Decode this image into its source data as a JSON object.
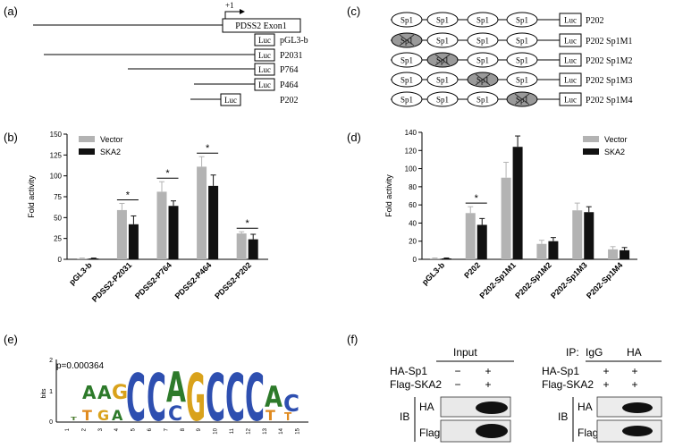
{
  "panels": {
    "a": "(a)",
    "b": "(b)",
    "c": "(c)",
    "d": "(d)",
    "e": "(e)",
    "f": "(f)"
  },
  "panel_a": {
    "tss_label": "+1",
    "exon_label": "PDSS2  Exon1",
    "constructs": [
      "pGL3-b",
      "P2031",
      "P764",
      "P464",
      "P202"
    ],
    "luc_label": "Luc"
  },
  "panel_c": {
    "sp1_label": "Sp1",
    "luc_label": "Luc",
    "constructs": [
      {
        "name": "P202",
        "mutated": -1
      },
      {
        "name": "P202 Sp1M1",
        "mutated": 0
      },
      {
        "name": "P202 Sp1M2",
        "mutated": 1
      },
      {
        "name": "P202 Sp1M3",
        "mutated": 2
      },
      {
        "name": "P202 Sp1M4",
        "mutated": 3
      }
    ]
  },
  "colors": {
    "vector": "#b3b3b3",
    "ska2": "#111111"
  },
  "chart_data": [
    {
      "type": "bar",
      "panel": "b",
      "categories": [
        "pGL3-b",
        "PDSS2-P2031",
        "PDSS2-P764",
        "PDSS2-P464",
        "PDSS2-P202"
      ],
      "series": [
        {
          "name": "Vector",
          "values": [
            1,
            59,
            81,
            111,
            31
          ],
          "errors": [
            0.5,
            8,
            12,
            12,
            2
          ]
        },
        {
          "name": "SKA2",
          "values": [
            1,
            42,
            64,
            88,
            24
          ],
          "errors": [
            0.5,
            10,
            6,
            13,
            6
          ]
        }
      ],
      "significance": [
        1,
        2,
        3,
        4
      ],
      "sig_label": "*",
      "ylabel": "Fold activity",
      "yticks": [
        0,
        25,
        50,
        75,
        100,
        125,
        150
      ],
      "ylim": [
        0,
        150
      ],
      "legend": "top-left"
    },
    {
      "type": "bar",
      "panel": "d",
      "categories": [
        "pGL3-b",
        "P202",
        "P202-Sp1M1",
        "P202-Sp1M2",
        "P202-Sp1M3",
        "P202-Sp1M4"
      ],
      "series": [
        {
          "name": "Vector",
          "values": [
            1,
            51,
            90,
            17,
            54,
            11
          ],
          "errors": [
            0.5,
            7,
            17,
            4,
            8,
            3
          ]
        },
        {
          "name": "SKA2",
          "values": [
            1,
            38,
            124,
            20,
            52,
            10
          ],
          "errors": [
            0.5,
            7,
            12,
            4,
            6,
            3
          ]
        }
      ],
      "significance": [
        1
      ],
      "sig_label": "*",
      "ylabel": "Fold activity",
      "yticks": [
        0,
        20,
        40,
        60,
        80,
        100,
        120,
        140
      ],
      "ylim": [
        0,
        140
      ],
      "legend": "top-right"
    }
  ],
  "panel_e": {
    "pvalue": "p=0.000364",
    "ylabel": "bits",
    "yticks": [
      "0",
      "1",
      "2"
    ],
    "positions": [
      "1",
      "2",
      "3",
      "4",
      "5",
      "6",
      "7",
      "8",
      "9",
      "10",
      "11",
      "12",
      "13",
      "14",
      "15"
    ]
  },
  "panel_f": {
    "input_label": "Input",
    "ip_label": "IP:",
    "ip_cols": [
      "IgG",
      "HA"
    ],
    "row_ha_sp1": "HA-Sp1",
    "row_flag_ska2": "Flag-SKA2",
    "input_ha_sp1": [
      "−",
      "+"
    ],
    "input_flag_ska2": [
      "−",
      "+"
    ],
    "ip_ha_sp1": [
      "+",
      "+"
    ],
    "ip_flag_ska2": [
      "+",
      "+"
    ],
    "ib_label": "IB",
    "blot_ha": "HA",
    "blot_flag": "Flag"
  }
}
